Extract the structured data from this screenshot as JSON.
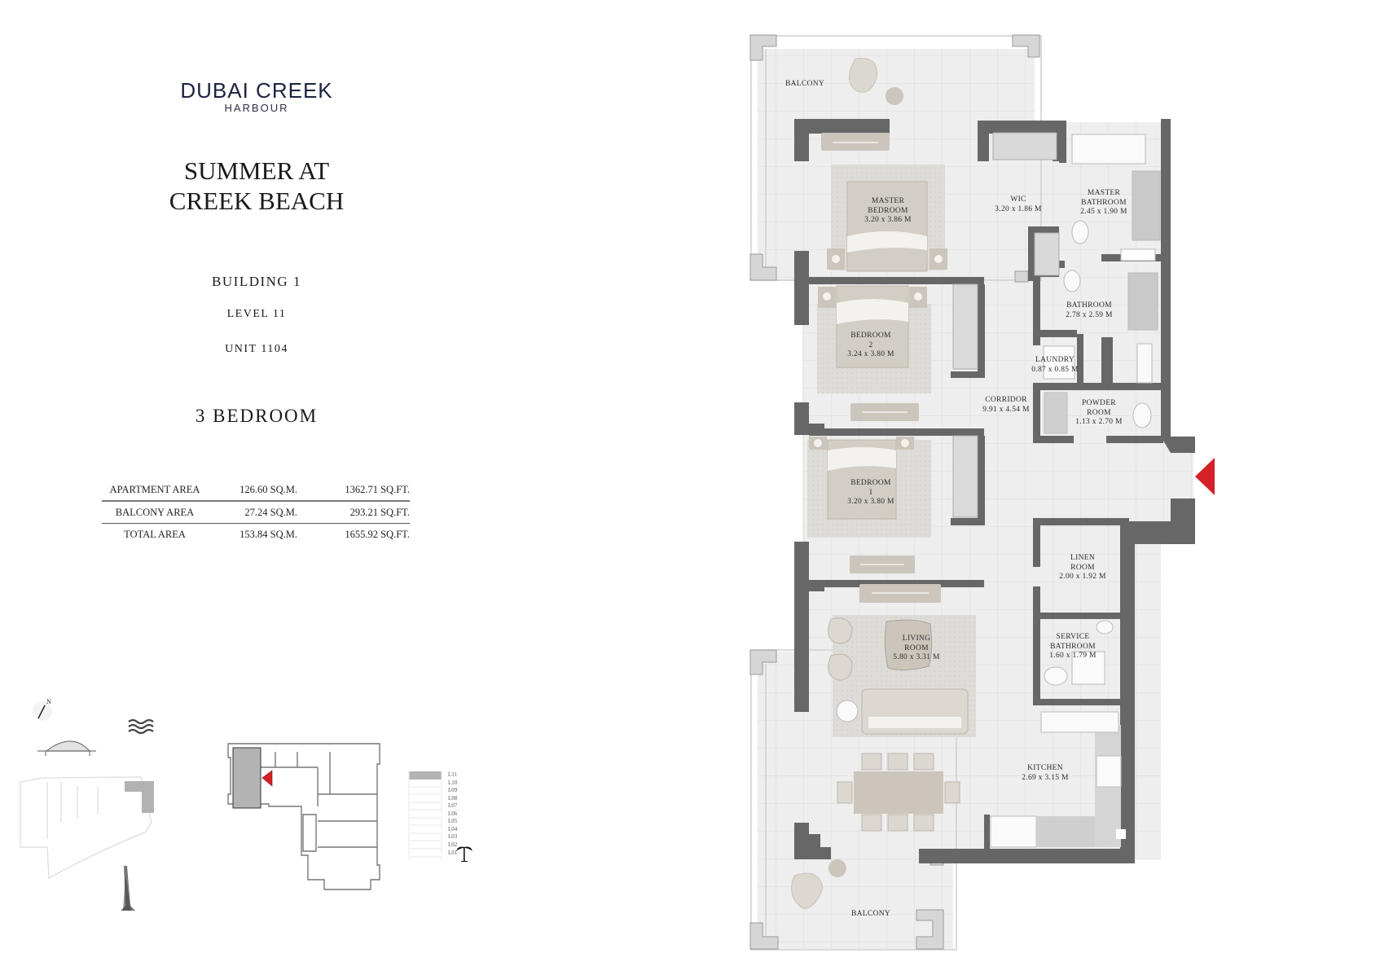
{
  "brand": {
    "name": "DUBAI CREEK",
    "subtitle": "HARBOUR"
  },
  "project": {
    "line1": "SUMMER AT",
    "line2": "CREEK BEACH"
  },
  "unit_info": {
    "building": "BUILDING 1",
    "level": "LEVEL 11",
    "unit": "UNIT 1104",
    "type": "3 BEDROOM"
  },
  "area_table": {
    "rows": [
      {
        "label": "APARTMENT AREA",
        "sqm": "126.60 SQ.M.",
        "sqft": "1362.71 SQ.FT."
      },
      {
        "label": "BALCONY AREA",
        "sqm": "27.24 SQ.M.",
        "sqft": "293.21 SQ.FT."
      },
      {
        "label": "TOTAL AREA",
        "sqm": "153.84 SQ.M.",
        "sqft": "1655.92 SQ.FT."
      }
    ]
  },
  "key_plan": {
    "north_label": "N",
    "icons": [
      "north-arrow-icon",
      "waves-icon",
      "bridge-icon",
      "tower-icon",
      "palm-tree-icon"
    ],
    "levels": [
      "L11",
      "L10",
      "L09",
      "L08",
      "L07",
      "L06",
      "L05",
      "L04",
      "L03",
      "L02",
      "L01"
    ],
    "highlighted_level": "L11"
  },
  "floor_plan": {
    "rooms": {
      "balcony_top": {
        "name": "BALCONY"
      },
      "master_bedroom": {
        "name1": "MASTER",
        "name2": "BEDROOM",
        "dims": "3.20 x 3.86 M"
      },
      "wic": {
        "name": "WIC",
        "dims": "3.20 x 1.86 M"
      },
      "master_bathroom": {
        "name1": "MASTER",
        "name2": "BATHROOM",
        "dims": "2.45 x 1.90 M"
      },
      "bathroom": {
        "name": "BATHROOM",
        "dims": "2.78 x 2.59 M"
      },
      "bedroom2": {
        "name1": "BEDROOM",
        "name2": "2",
        "dims": "3.24 x 3.80 M"
      },
      "laundry": {
        "name": "LAUNDRY",
        "dims": "0.87 x 0.85 M"
      },
      "corridor": {
        "name": "CORRIDOR",
        "dims": "9.91 x 4.54 M"
      },
      "powder_room": {
        "name1": "POWDER",
        "name2": "ROOM",
        "dims": "1.13 x 2.70 M"
      },
      "bedroom1": {
        "name1": "BEDROOM",
        "name2": "1",
        "dims": "3.20 x 3.80 M"
      },
      "linen_room": {
        "name1": "LINEN",
        "name2": "ROOM",
        "dims": "2.00 x 1.92 M"
      },
      "living_room": {
        "name1": "LIVING",
        "name2": "ROOM",
        "dims": "5.80 x 3.31 M"
      },
      "service_bathroom": {
        "name1": "SERVICE",
        "name2": "BATHROOM",
        "dims": "1.60 x 1.79 M"
      },
      "kitchen": {
        "name": "KITCHEN",
        "dims": "2.69 x 3.15 M"
      },
      "balcony_bottom": {
        "name": "BALCONY"
      }
    },
    "entry_marker_color": "#d42027"
  },
  "colors": {
    "wall": "#676767",
    "floor": "#eeeeee",
    "furniture": "#cbc5bb",
    "brand_navy": "#1c2340",
    "accent_red": "#d42027"
  }
}
